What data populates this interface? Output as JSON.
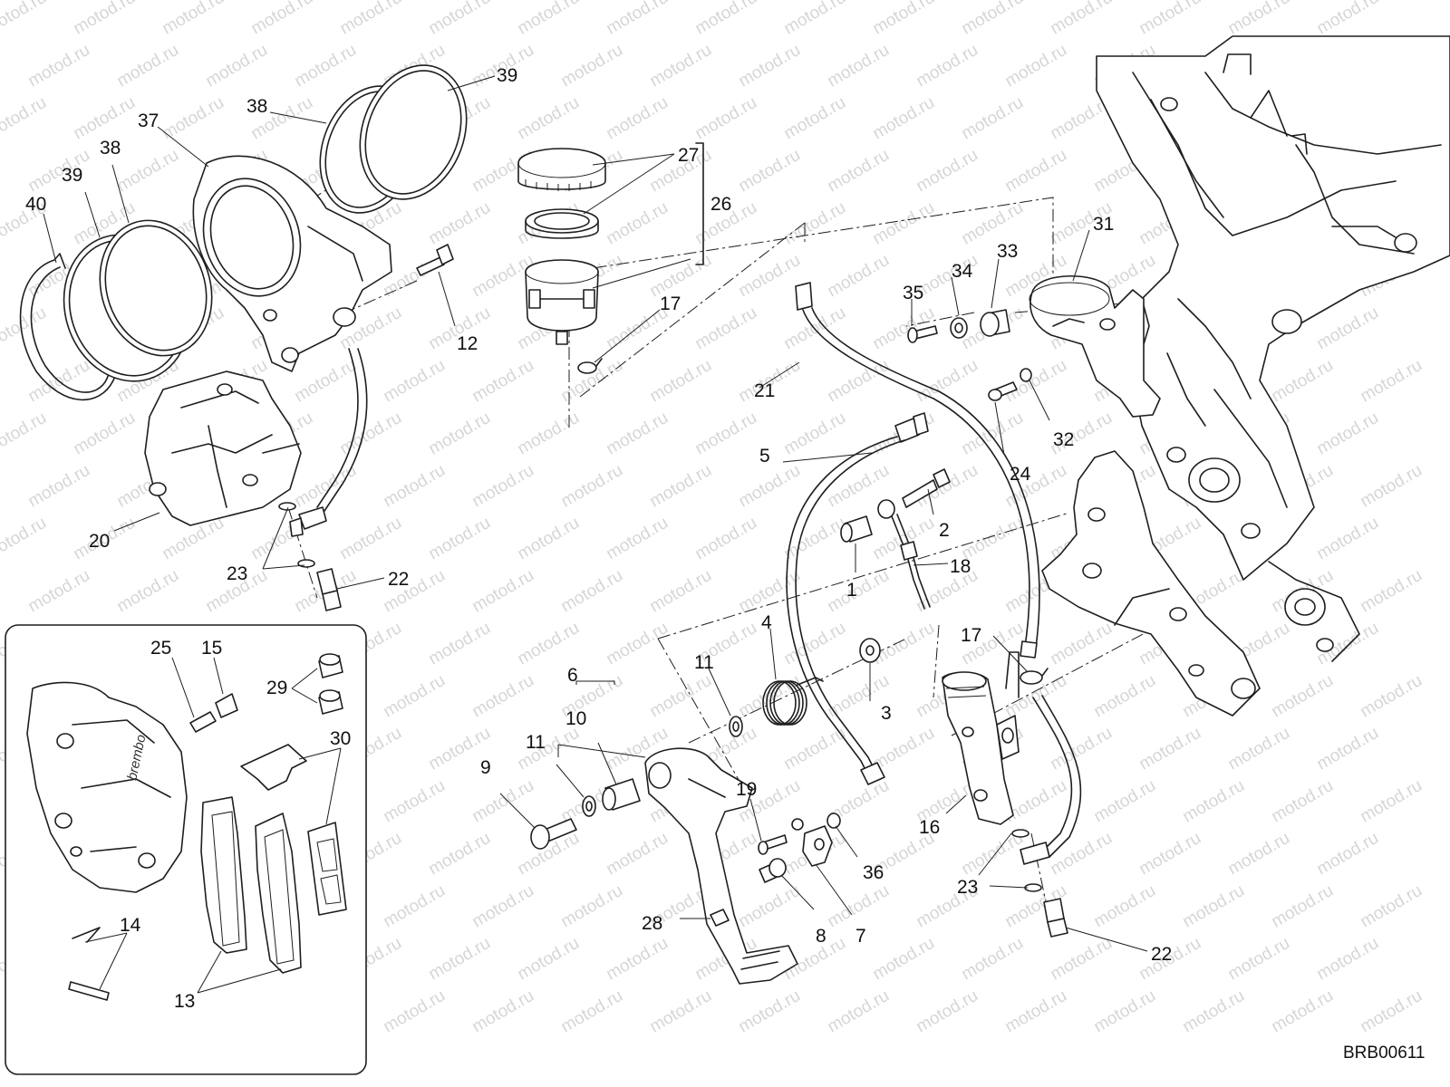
{
  "diagram": {
    "reference_code": "BRB00611",
    "watermark": "motod.ru",
    "caliper_brand": "brembo",
    "callouts": [
      "1",
      "2",
      "3",
      "4",
      "5",
      "6",
      "7",
      "8",
      "9",
      "10",
      "11",
      "11",
      "12",
      "13",
      "14",
      "15",
      "16",
      "17",
      "17",
      "18",
      "19",
      "20",
      "21",
      "22",
      "22",
      "23",
      "23",
      "24",
      "25",
      "26",
      "27",
      "28",
      "29",
      "30",
      "31",
      "32",
      "33",
      "34",
      "35",
      "36",
      "37",
      "38",
      "38",
      "39",
      "39",
      "40"
    ]
  }
}
